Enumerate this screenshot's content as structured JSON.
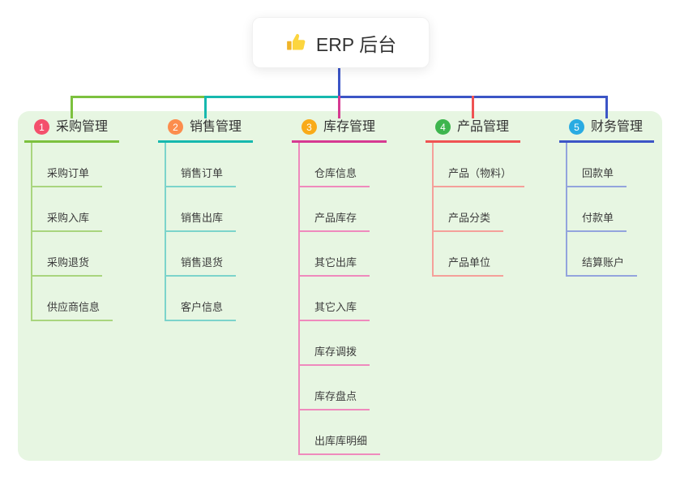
{
  "root": {
    "title": "ERP 后台",
    "icon": "thumbs-up-icon"
  },
  "colors": {
    "panel_bg": "#e7f6e2",
    "root_line": "#3c55c6",
    "root_text": "#333333",
    "child_text": "#3c3c3c"
  },
  "branches": [
    {
      "number": "1",
      "label": "采购管理",
      "badge_color": "#f4506c",
      "line_color": "#7cc13e",
      "child_line_color": "#a9d57e",
      "children": [
        "采购订单",
        "采购入库",
        "采购退货",
        "供应商信息"
      ]
    },
    {
      "number": "2",
      "label": "销售管理",
      "badge_color": "#fc8d4d",
      "line_color": "#16b8ae",
      "child_line_color": "#7cd4cb",
      "children": [
        "销售订单",
        "销售出库",
        "销售退货",
        "客户信息"
      ]
    },
    {
      "number": "3",
      "label": "库存管理",
      "badge_color": "#f9ab19",
      "line_color": "#d63a92",
      "child_line_color": "#ef8abd",
      "children": [
        "仓库信息",
        "产品库存",
        "其它出库",
        "其它入库",
        "库存调拨",
        "库存盘点",
        "出库库明细"
      ]
    },
    {
      "number": "4",
      "label": "产品管理",
      "badge_color": "#3eb54e",
      "line_color": "#ef5353",
      "child_line_color": "#f5a09a",
      "children": [
        "产品（物料）",
        "产品分类",
        "产品单位"
      ]
    },
    {
      "number": "5",
      "label": "财务管理",
      "badge_color": "#29abe2",
      "line_color": "#3c55c6",
      "child_line_color": "#93a4dd",
      "children": [
        "回款单",
        "付款单",
        "结算账户"
      ]
    }
  ]
}
